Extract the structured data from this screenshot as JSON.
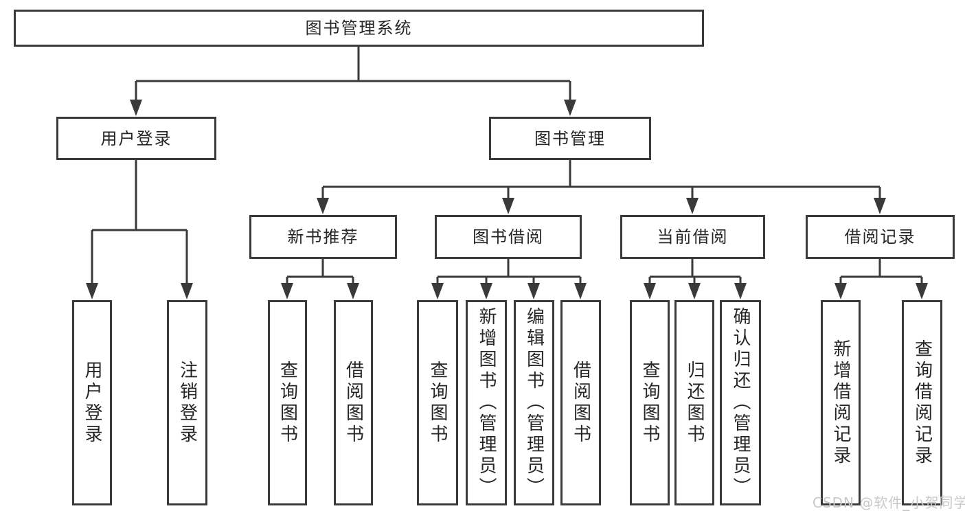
{
  "diagram": {
    "tree": {
      "label": "图书管理系统",
      "children": [
        {
          "label": "用户登录",
          "children": [
            {
              "label": "用户登录"
            },
            {
              "label": "注销登录"
            }
          ]
        },
        {
          "label": "图书管理",
          "children": [
            {
              "label": "新书推荐",
              "children": [
                {
                  "label": "查询图书"
                },
                {
                  "label": "借阅图书"
                }
              ]
            },
            {
              "label": "图书借阅",
              "children": [
                {
                  "label": "查询图书"
                },
                {
                  "label": "新增图书（管理员）"
                },
                {
                  "label": "编辑图书（管理员）"
                },
                {
                  "label": "借阅图书"
                }
              ]
            },
            {
              "label": "当前借阅",
              "children": [
                {
                  "label": "查询图书"
                },
                {
                  "label": "归还图书"
                },
                {
                  "label": "确认归还（管理员）"
                }
              ]
            },
            {
              "label": "借阅记录",
              "children": [
                {
                  "label": "新增借阅记录"
                },
                {
                  "label": "查询借阅记录"
                }
              ]
            }
          ]
        }
      ]
    },
    "watermark": "CSDN @软件_小贺同学",
    "colors": {
      "line": "#3a3a3a",
      "text": "#262626",
      "box_bg": "#ffffff",
      "watermark": "#c8c8c8",
      "background": "#ffffff"
    }
  }
}
